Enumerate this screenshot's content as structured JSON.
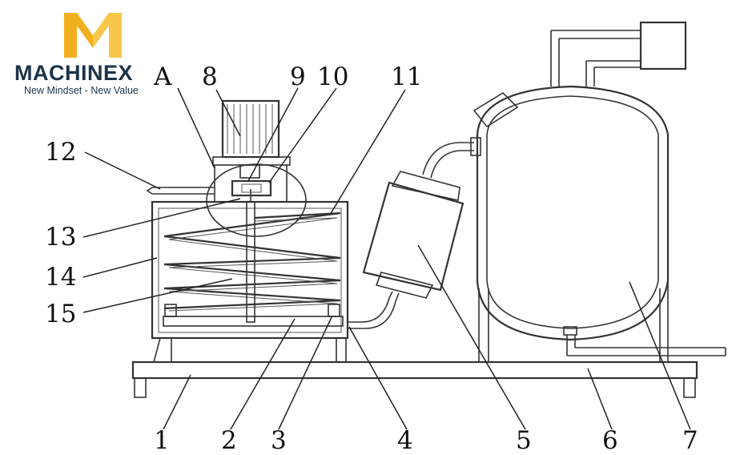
{
  "logo": {
    "brand": "MACHINEX",
    "tagline": "New Mindset - New Value",
    "colors": {
      "gold": "#f2b01e",
      "navy": "#1d3349"
    }
  },
  "callouts": {
    "A": "A",
    "n1": "1",
    "n2": "2",
    "n3": "3",
    "n4": "4",
    "n5": "5",
    "n6": "6",
    "n7": "7",
    "n8": "8",
    "n9": "9",
    "n10": "10",
    "n11": "11",
    "n12": "12",
    "n13": "13",
    "n14": "14",
    "n15": "15"
  }
}
